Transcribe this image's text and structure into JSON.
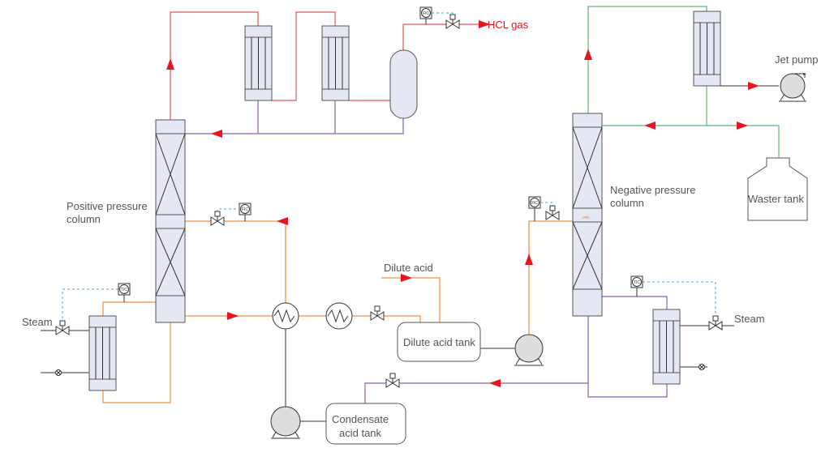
{
  "labels": {
    "positive_column": [
      "Positive pressure",
      "column"
    ],
    "negative_column": [
      "Negative pressure",
      "column"
    ],
    "steam_left": "Steam",
    "steam_right": "Steam",
    "jet_pump": "Jet pump",
    "waster_tank": "Waster tank",
    "dilute_acid": "Dilute acid",
    "dilute_acid_tank": "Dilute acid tank",
    "condensate_tank": [
      "Condensate",
      "acid tank"
    ],
    "hcl_gas": "HCL gas"
  },
  "instruments": {
    "fic": "FIC",
    "tic": "TIC"
  },
  "colors": {
    "hcl_line": "#e0555a",
    "reflux": "#8a62b0",
    "acid": "#f4a266",
    "vacuum": "#5cb874",
    "signal": "#49aad6",
    "arrow": "#e8141e",
    "equipment": "#e4e8f4"
  }
}
